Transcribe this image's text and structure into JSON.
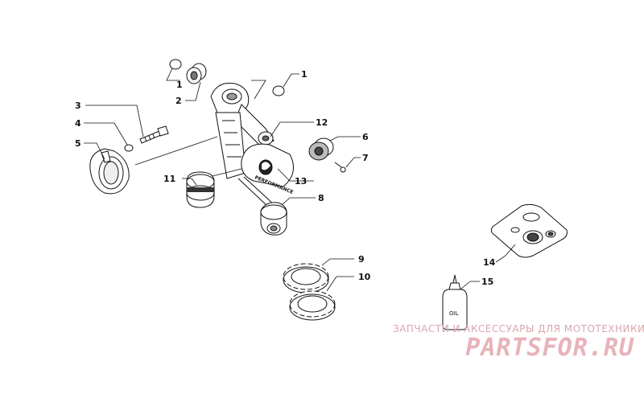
{
  "callouts": [
    "1",
    "2",
    "1",
    "3",
    "4",
    "5",
    "12",
    "6",
    "7",
    "11",
    "13",
    "8",
    "9",
    "10",
    "14",
    "15"
  ],
  "shock_branding": "PERFORMANCE",
  "bottle_label": "OIL",
  "watermark": {
    "caption": "ЗАПЧАСТИ И АКСЕССУАРЫ ДЛЯ МОТОТЕХНИКИ",
    "logo": "PARTSFOR.RU"
  },
  "colors": {
    "line": "#111111",
    "watermark": "#e7b3b9"
  }
}
